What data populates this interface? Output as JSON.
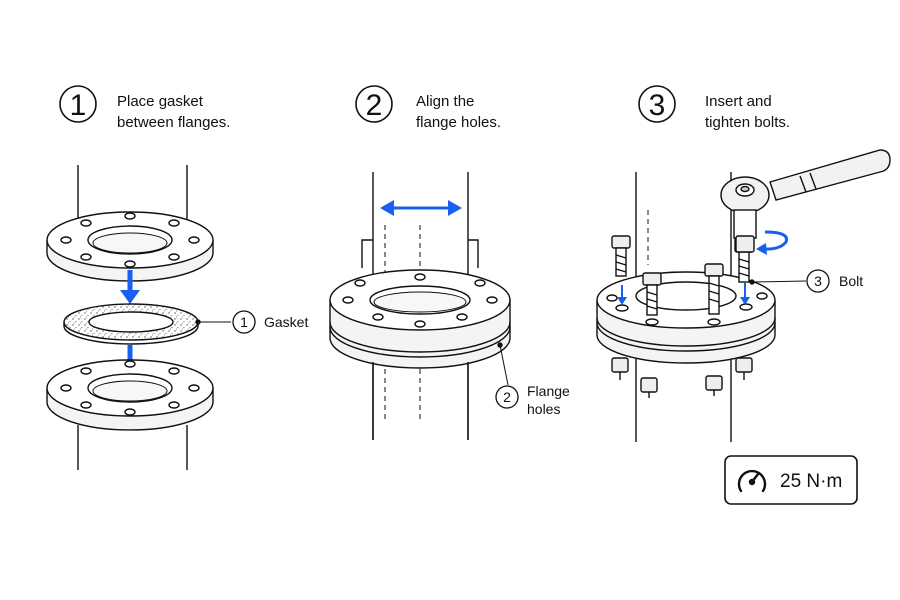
{
  "steps": [
    {
      "number": "1",
      "line1": "Place gasket",
      "line2": "between flanges."
    },
    {
      "number": "2",
      "line1": "Align the",
      "line2": "flange holes."
    },
    {
      "number": "3",
      "line1": "Insert and",
      "line2": "tighten bolts."
    }
  ],
  "callouts": {
    "gasket": {
      "number": "1",
      "label": "Gasket"
    },
    "flange_holes": {
      "number": "2",
      "line1": "Flange",
      "line2": "holes"
    },
    "bolt": {
      "number": "3",
      "label": "Bolt"
    }
  },
  "torque": {
    "value": "25 N·m",
    "icon": "gauge-icon"
  },
  "colors": {
    "accent": "#1a5ff0",
    "line": "#111111",
    "fill": "#ffffff",
    "shade": "#f2f2f2"
  }
}
